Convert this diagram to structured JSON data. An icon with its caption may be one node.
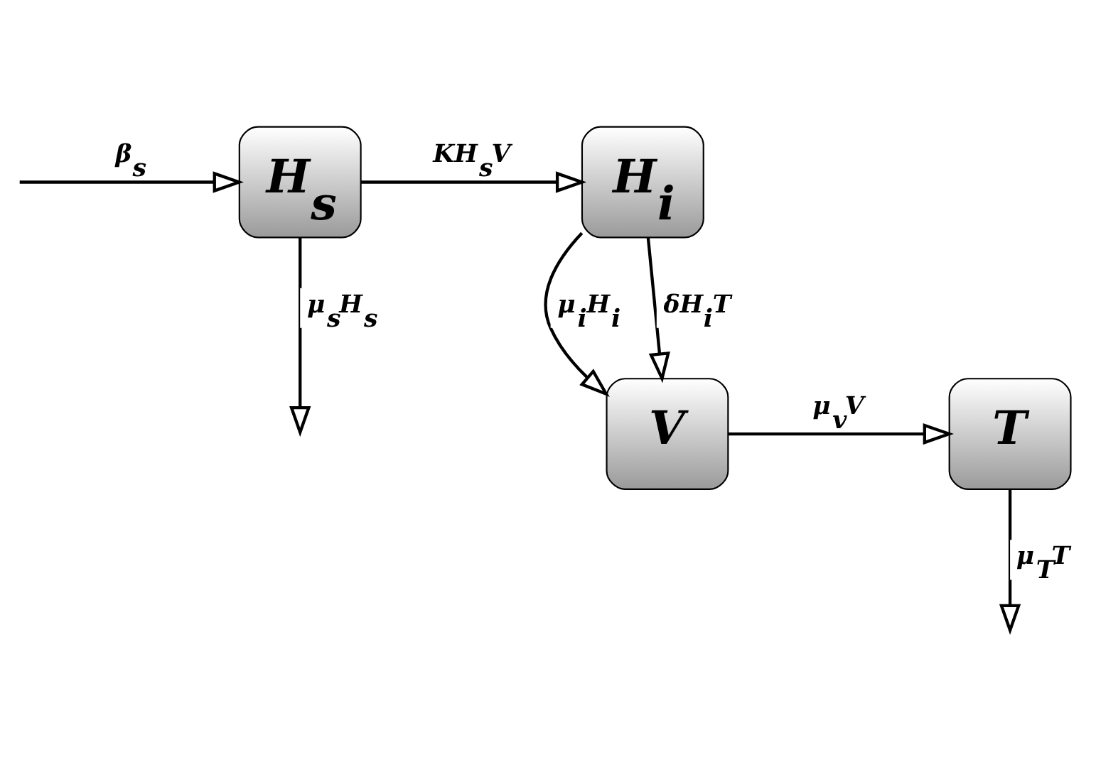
{
  "diagram": {
    "nodes": [
      {
        "text": [
          "H$_{s}$"
        ]
      },
      {
        "text": [
          "H$_{i}$"
        ]
      },
      {
        "text": [
          "V"
        ]
      },
      {
        "text": [
          "T"
        ]
      }
    ],
    "edges": [
      {
        "from": null,
        "to": 0,
        "arrow": "to",
        "label": "β$_{s}$"
      },
      {
        "from": 0,
        "to": 1,
        "arrow": "to",
        "label": "KH$_{s}$V"
      },
      {
        "from": 0,
        "to": null,
        "arrow": "to",
        "label": "μ$_{s}$H$_{s}$"
      },
      {
        "from": 1,
        "to": 2,
        "arrow": "to",
        "label": "μ$_{i}$H$_{i}$"
      },
      {
        "from": 1,
        "to": 2,
        "arrow": "to",
        "label": "δH$_{i}$T"
      },
      {
        "from": 2,
        "to": 3,
        "arrow": "to",
        "label": "μ$_{v}$V"
      },
      {
        "from": 3,
        "to": null,
        "arrow": "to",
        "label": "μ$_{T}$T"
      }
    ]
  }
}
